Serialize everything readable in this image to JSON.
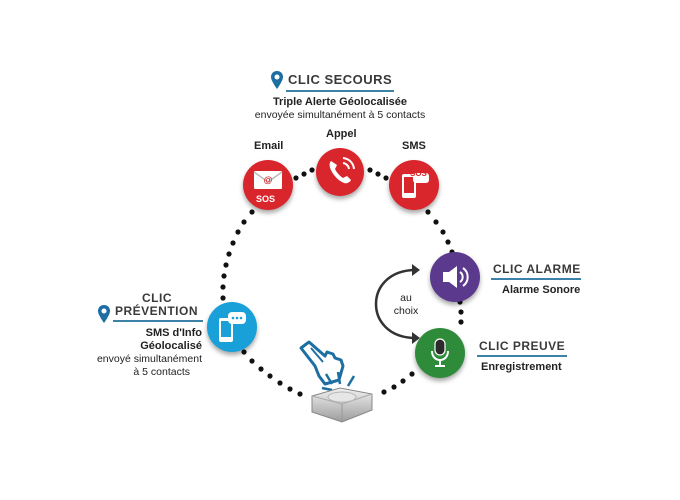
{
  "secours": {
    "title": "CLIC  SECOURS",
    "line1": "Triple Alerte Géolocalisée",
    "line2": "envoyée simultanément à 5 contacts"
  },
  "channels": {
    "email": "Email",
    "appel": "Appel",
    "sms": "SMS",
    "sos_badge": "SOS"
  },
  "alarme": {
    "title": "CLIC ALARME",
    "subtitle": "Alarme Sonore"
  },
  "preuve": {
    "title": "CLIC PREUVE",
    "subtitle": "Enregistrement"
  },
  "choix": {
    "line1": "au",
    "line2": "choix"
  },
  "prevention": {
    "title1": "CLIC",
    "title2": "PRÉVENTION",
    "line1": "SMS d'Info",
    "line2": "Géolocalisé",
    "line3": "envoyé simultanément",
    "line4": "à 5 contacts"
  },
  "colors": {
    "red": "#d9262c",
    "purple": "#5b3a8e",
    "green": "#2e8b3a",
    "blue": "#1aa0d8",
    "accent_line": "#3b82a6",
    "pin": "#1d6fa3"
  },
  "icons": [
    "location-pin-icon",
    "envelope-icon",
    "phone-icon",
    "mobile-sos-icon",
    "speaker-icon",
    "microphone-icon",
    "chat-phone-icon",
    "pointing-hand-icon",
    "device-button-icon"
  ]
}
